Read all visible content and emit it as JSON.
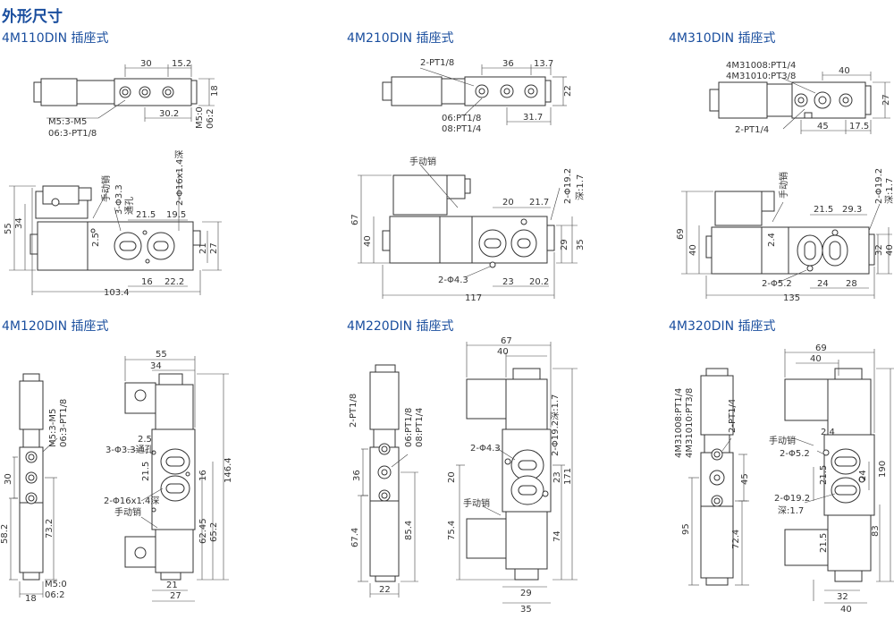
{
  "page": {
    "title": "外形尺寸"
  },
  "sections": {
    "s1": "4M110DIN 插座式",
    "s2": "4M210DIN 插座式",
    "s3": "4M310DIN 插座式",
    "s4": "4M120DIN 插座式",
    "s5": "4M220DIN 插座式",
    "s6": "4M320DIN 插座式"
  },
  "d1": {
    "a": "30",
    "b": "15.2",
    "c": "18",
    "d": "30.2",
    "e": "M5:0",
    "f": "06:2",
    "g": "M5:3-M5",
    "h": "06:3-PT1/8",
    "i": "手动销",
    "j": "3-Φ3.3",
    "k": "通孔",
    "l": "2-Φ16x1.4深",
    "m": "21.5",
    "n": "19.5",
    "o": "55",
    "p": "34",
    "q": "2.5",
    "r": "21",
    "s": "27",
    "t": "16",
    "u": "22.2",
    "v": "103.4"
  },
  "d2": {
    "a": "2-PT1/8",
    "b": "36",
    "c": "13.7",
    "d": "22",
    "e": "06:PT1/8",
    "f": "08:PT1/4",
    "g": "31.7",
    "h": "手动销",
    "i": "2-Φ19.2",
    "j": "深:1.7",
    "k": "20",
    "l": "21.7",
    "m": "67",
    "n": "40",
    "o": "29",
    "p": "35",
    "q": "2-Φ4.3",
    "r": "23",
    "s": "20.2",
    "t": "117"
  },
  "d3": {
    "a": "4M31008:PT1/4",
    "b": "4M31010:PT3/8",
    "c": "40",
    "d": "27",
    "e": "2-PT1/4",
    "f": "45",
    "g": "17.5",
    "h": "手动销",
    "i": "2-Φ19.2",
    "j": "深:1.7",
    "k": "21.5",
    "l": "29.3",
    "m": "69",
    "n": "40",
    "o": "2.4",
    "p": "32",
    "q": "40",
    "r": "2-Φ5.2",
    "s": "24",
    "t": "28",
    "u": "135"
  },
  "d4": {
    "a": "M5:3-M5",
    "b": "06:3-PT1/8",
    "c": "30",
    "d": "73.2",
    "e": "58.2",
    "f": "M5:0",
    "g": "06:2",
    "h": "18",
    "i": "55",
    "j": "34",
    "k": "2.5",
    "l": "3-Φ3.3通孔",
    "m": "21.5",
    "n": "16",
    "o": "2-Φ16x1.4深",
    "p": "手动销",
    "q": "146.4",
    "r": "62.45",
    "s": "65.2",
    "t": "21",
    "u": "27"
  },
  "d5": {
    "a": "2-PT1/8",
    "b": "06:PT1/8",
    "c": "08:PT1/4",
    "d": "36",
    "e": "85.4",
    "f": "67.4",
    "g": "22",
    "h": "67",
    "i": "40",
    "j": "2-Φ19.2深:1.7",
    "k": "2-Φ4.3",
    "l": "20",
    "m": "23",
    "n": "171",
    "o": "手动销",
    "p": "75.4",
    "q": "74",
    "r": "29",
    "s": "35"
  },
  "d6": {
    "a": "4M31008:PT1/4",
    "b": "4M31010:PT3/8",
    "c": "2-PT1/4",
    "d": "45",
    "e": "95",
    "f": "72.4",
    "g": "69",
    "h": "40",
    "i": "2.4",
    "j": "手动销",
    "k": "2-Φ5.2",
    "l": "21.5",
    "m": "24",
    "n": "2-Φ19.2",
    "o": "深:1.7",
    "p": "190",
    "q": "83",
    "r": "32",
    "s": "40"
  }
}
